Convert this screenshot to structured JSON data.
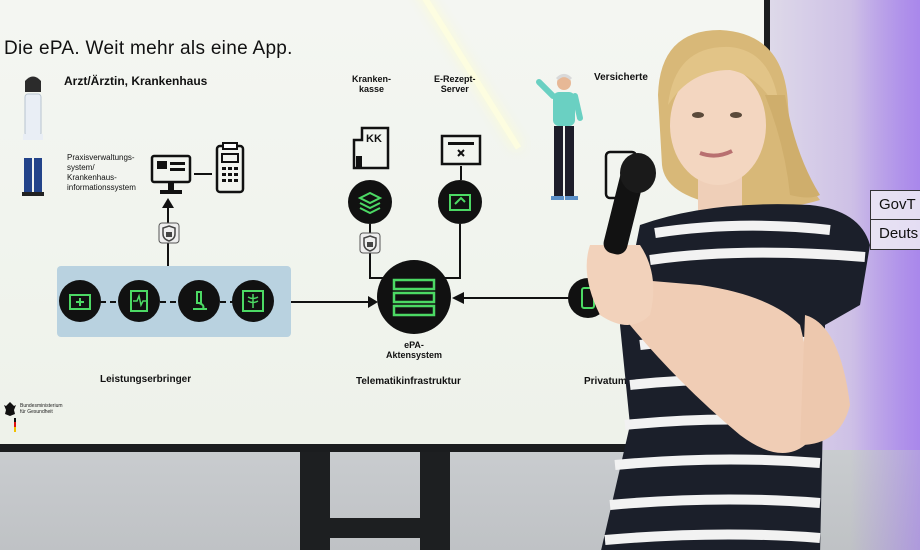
{
  "slide": {
    "title": "Die ePA. Weit mehr als eine App.",
    "left_heading": "Arzt/Ärztin, Krankenhaus",
    "pvs_label": [
      "Praxisverwaltungs-",
      "system/",
      "Krankenhaus-",
      "informationssystem"
    ],
    "krankenkasse": [
      "Kranken-",
      "kasse"
    ],
    "kk_badge": "KK",
    "erezept": [
      "E-Rezept-",
      "Server"
    ],
    "versicherte": "Versicherte",
    "epa_label": [
      "ePA-",
      "Aktensystem"
    ],
    "bottom_labels": {
      "leistungserbringer": "Leistungserbringer",
      "telematik": "Telematikinfrastruktur",
      "privat": "Privatum"
    },
    "ministry": [
      "Bundesministerium",
      "für Gesundheit"
    ]
  },
  "sign": {
    "line1": "GovT",
    "line2": "Deuts"
  },
  "colors": {
    "accent_green": "#4cd964",
    "screen_bg": "#f2f5ef",
    "box_blue": "#b9d2e0",
    "stage_purple": "#a07be8"
  }
}
